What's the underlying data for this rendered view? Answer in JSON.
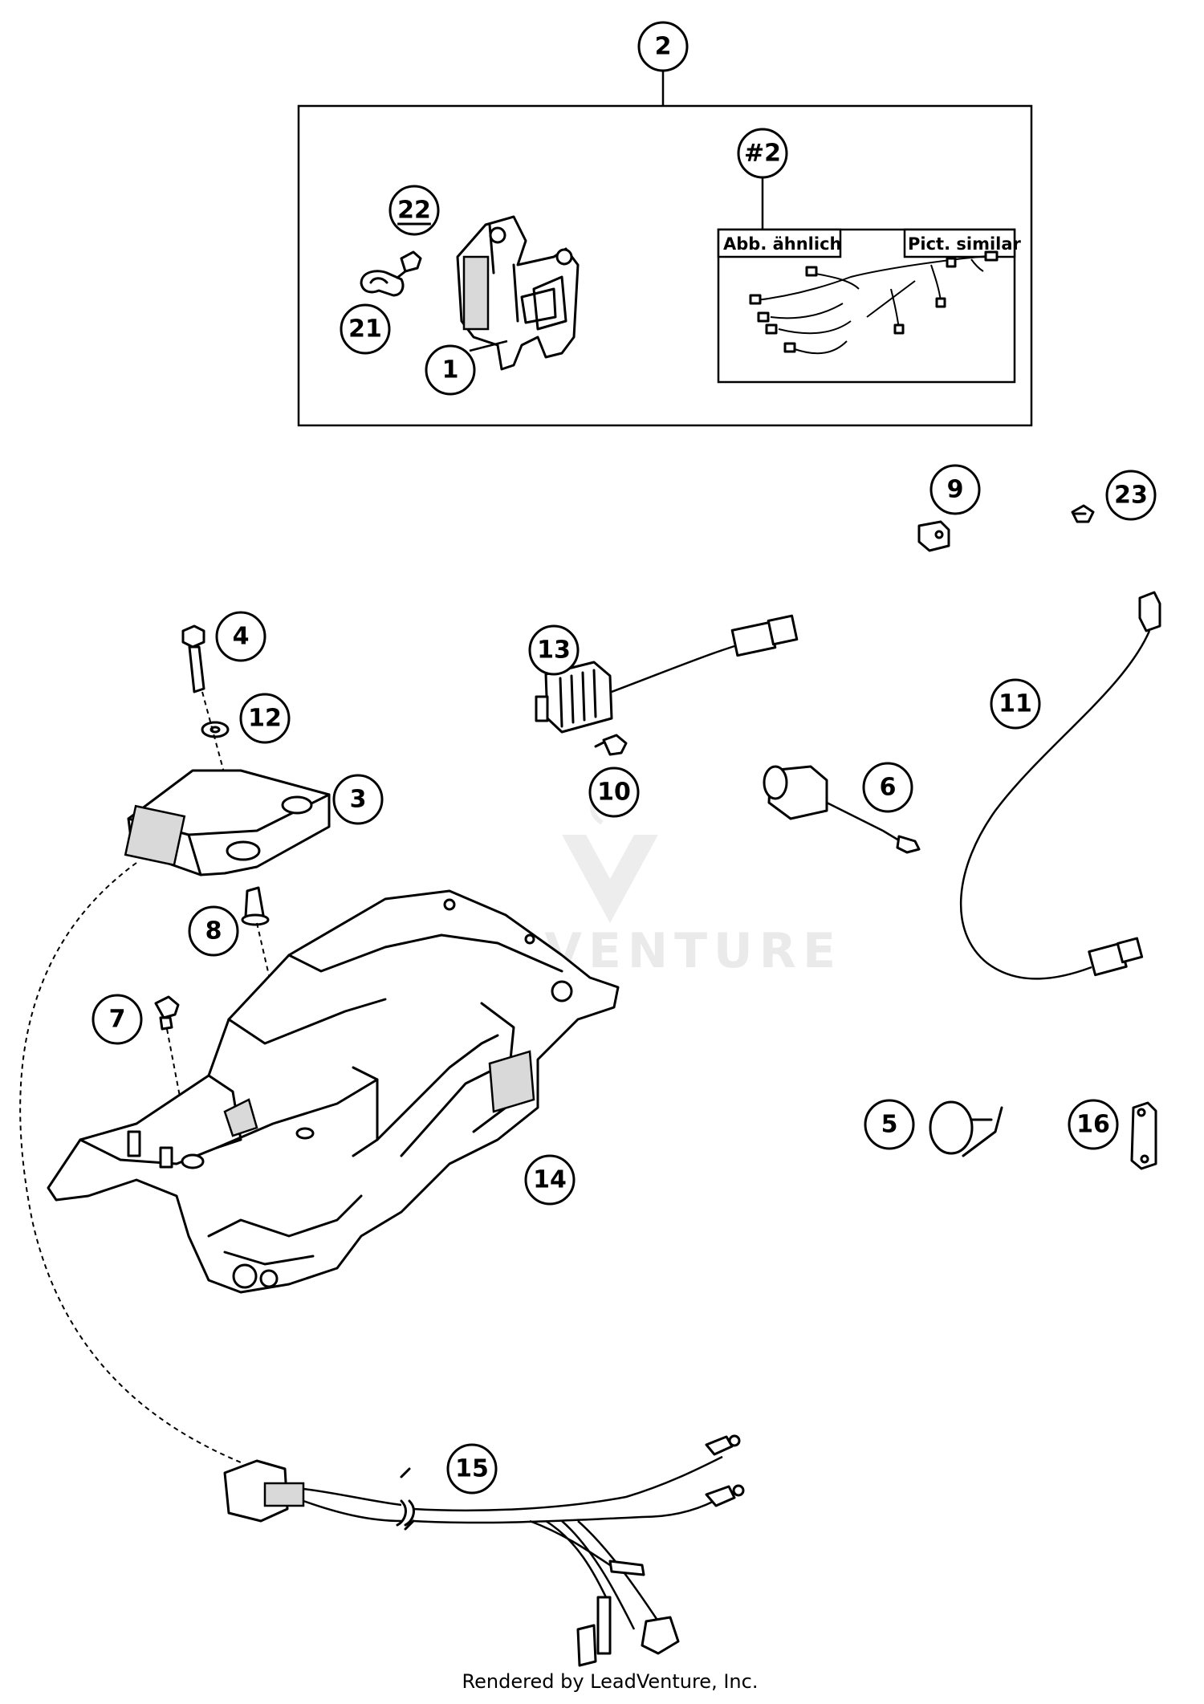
{
  "callouts": {
    "p1": "1",
    "p2": "2",
    "p2b": "#2",
    "p3": "3",
    "p4": "4",
    "p5": "5",
    "p6": "6",
    "p7": "7",
    "p8": "8",
    "p9": "9",
    "p10": "10",
    "p11": "11",
    "p12": "12",
    "p13": "13",
    "p14": "14",
    "p15": "15",
    "p16": "16",
    "p21": "21",
    "p22": "22",
    "p23": "23"
  },
  "kit_box": {
    "label_de": "Abb. ähnlich",
    "label_en": "Pict. similar"
  },
  "watermark": "LEADVENTURE",
  "footer": "Rendered by LeadVenture, Inc."
}
